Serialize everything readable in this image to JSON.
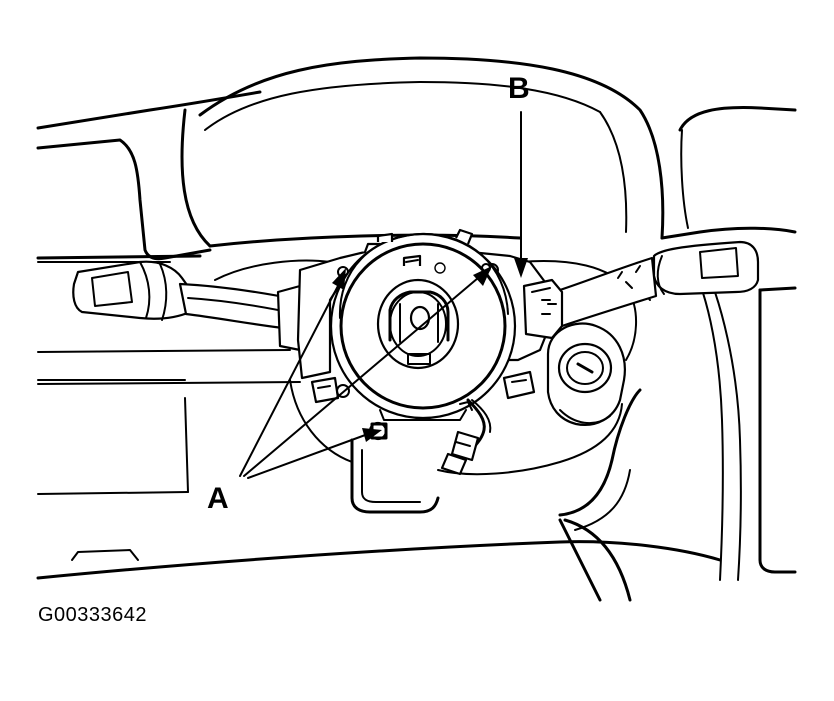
{
  "figure": {
    "callouts": {
      "a": "A",
      "b": "B"
    },
    "caption": "G00333642"
  }
}
